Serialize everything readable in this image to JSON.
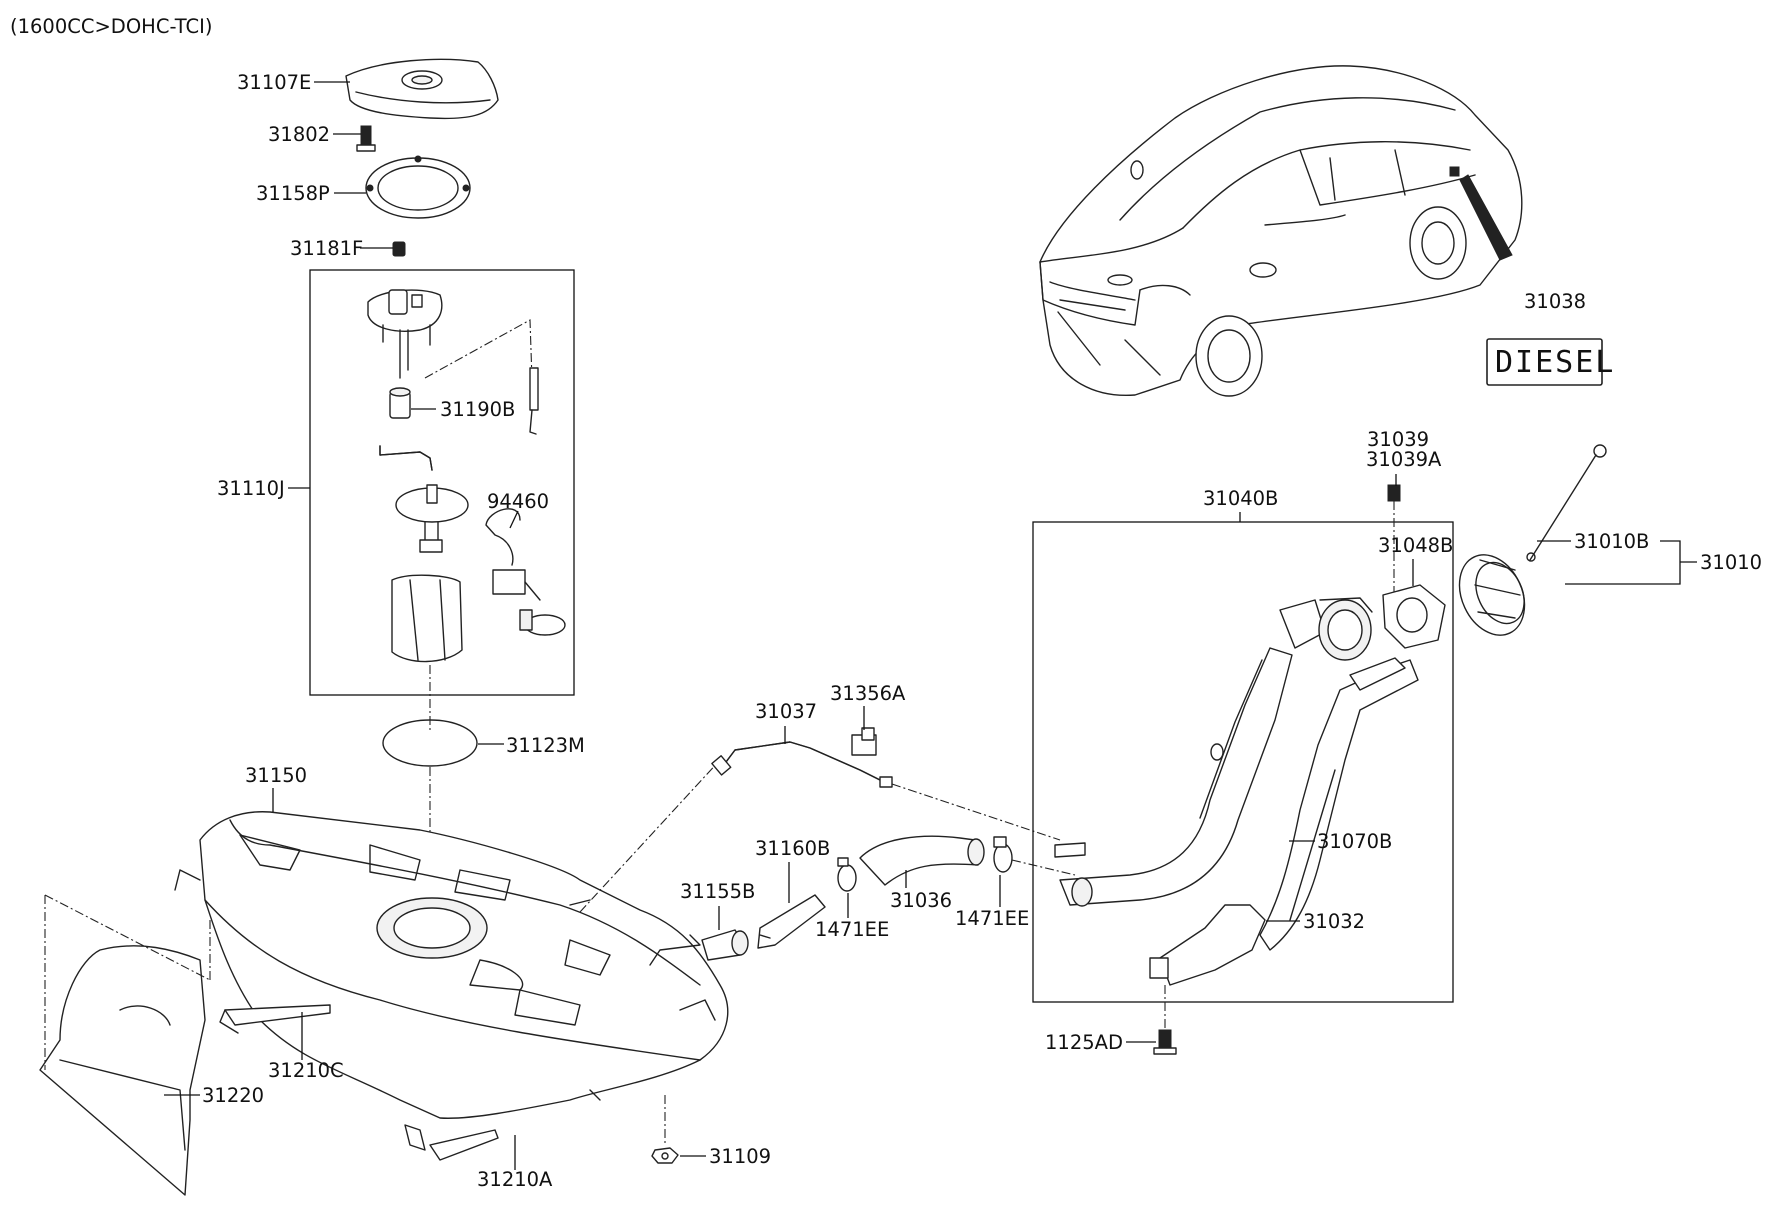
{
  "header": {
    "caption": "(1600CC>DOHC-TCI)"
  },
  "badge": {
    "text": "DIESEL"
  },
  "labels": {
    "p31107E": "31107E",
    "p31802": "31802",
    "p31158P": "31158P",
    "p31181F": "31181F",
    "p31190B": "31190B",
    "p31110J": "31110J",
    "p94460": "94460",
    "p31123M": "31123M",
    "p31150": "31150",
    "p31220": "31220",
    "p31210C": "31210C",
    "p31210A": "31210A",
    "p31109": "31109",
    "p31155B": "31155B",
    "p31160B": "31160B",
    "p1471EE_a": "1471EE",
    "p31036": "31036",
    "p1471EE_b": "1471EE",
    "p31037": "31037",
    "p31356A": "31356A",
    "p31040B": "31040B",
    "p31039": "31039",
    "p31039A": "31039A",
    "p31048B": "31048B",
    "p31010B": "31010B",
    "p31010": "31010",
    "p31070B": "31070B",
    "p31032": "31032",
    "p1125AD": "1125AD",
    "p31038": "31038"
  }
}
